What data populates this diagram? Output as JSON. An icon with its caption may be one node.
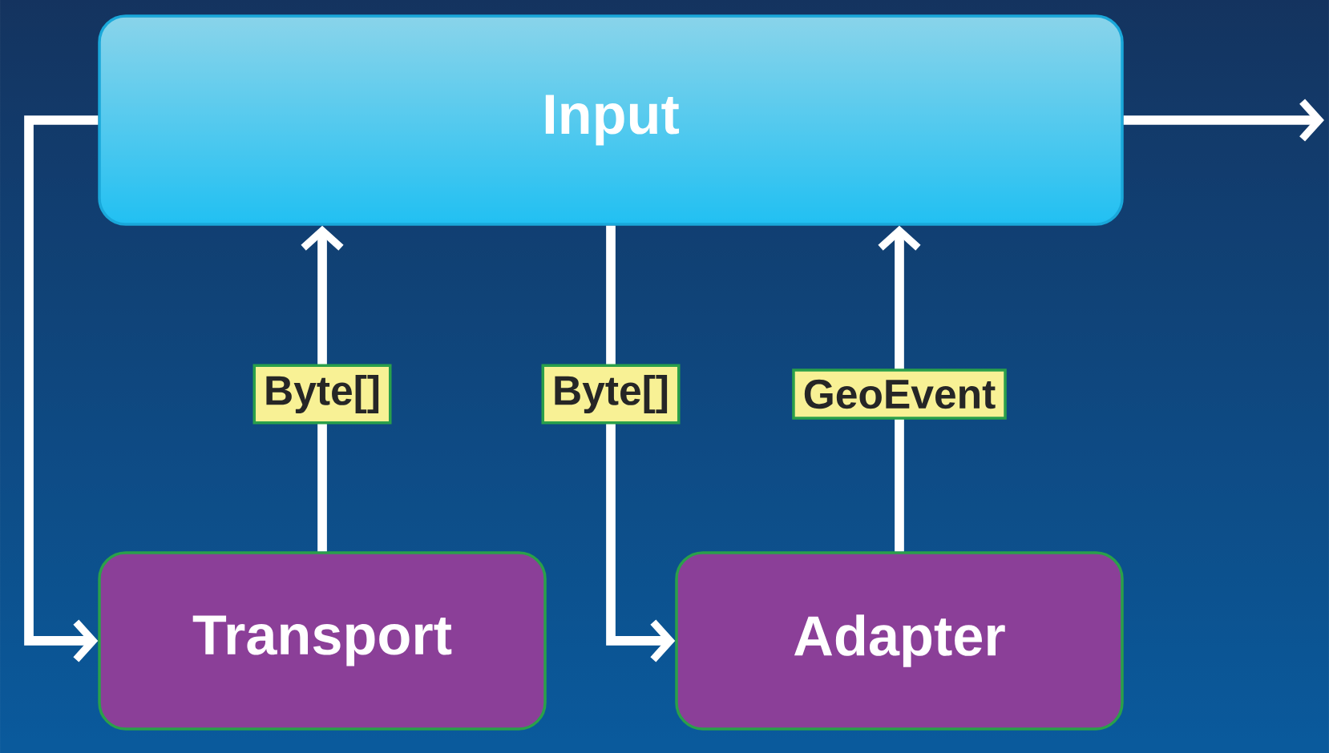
{
  "diagram": {
    "nodes": [
      {
        "text": [
          "Input"
        ]
      },
      {
        "text": [
          "Transport"
        ]
      },
      {
        "text": [
          "Adapter"
        ]
      }
    ],
    "edges": [
      {
        "from": 0,
        "to": 1,
        "arrow": "to"
      },
      {
        "from": 1,
        "to": 0,
        "arrow": "to",
        "label": "Byte[]"
      },
      {
        "from": 0,
        "to": 2,
        "arrow": "to",
        "label": "Byte[]"
      },
      {
        "from": 2,
        "to": 0,
        "arrow": "to",
        "label": "GeoEvent"
      },
      {
        "from": 0,
        "to": null,
        "arrow": "to"
      }
    ]
  }
}
